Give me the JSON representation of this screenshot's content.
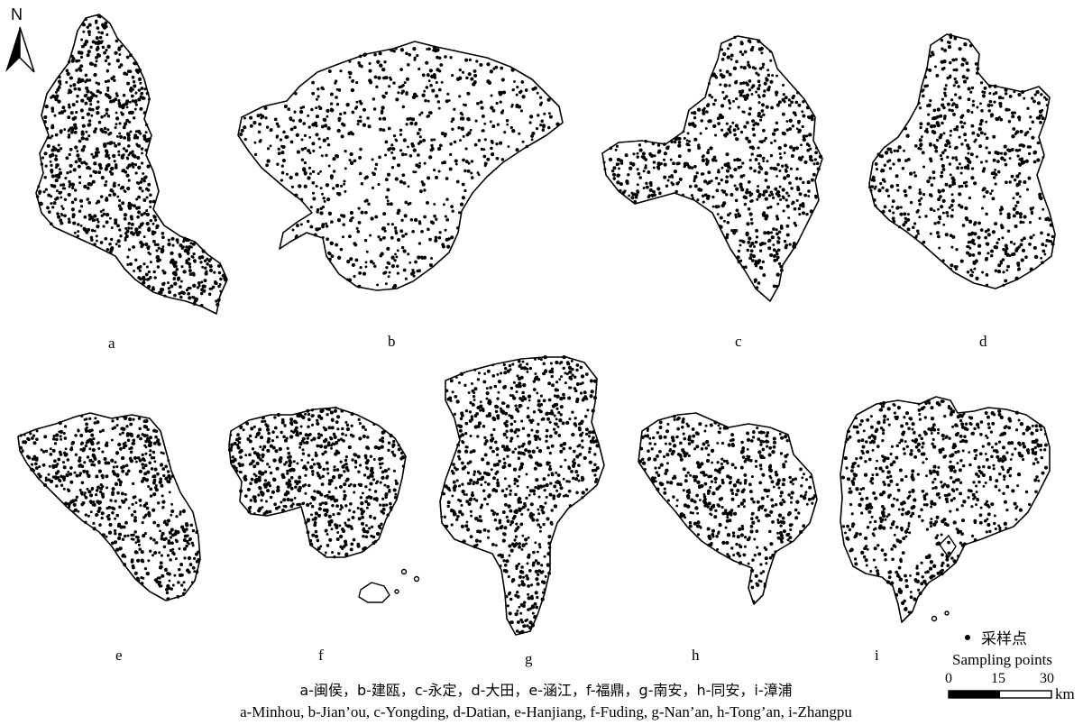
{
  "north_label": "N",
  "panels": [
    {
      "id": "a",
      "label": "a"
    },
    {
      "id": "b",
      "label": "b"
    },
    {
      "id": "c",
      "label": "c"
    },
    {
      "id": "d",
      "label": "d"
    },
    {
      "id": "e",
      "label": "e"
    },
    {
      "id": "f",
      "label": "f"
    },
    {
      "id": "g",
      "label": "g"
    },
    {
      "id": "h",
      "label": "h"
    },
    {
      "id": "i",
      "label": "i"
    }
  ],
  "legend": {
    "symbol_label": "采样点",
    "title": "Sampling points"
  },
  "scale_bar": {
    "ticks": [
      "0",
      "15",
      "30"
    ],
    "unit": "km"
  },
  "caption_cn": "a-闽侯，b-建瓯，c-永定，d-大田，e-涵江，f-福鼎，g-南安，h-同安，i-漳浦",
  "caption_en": "a-Minhou, b-Jian’ou, c-Yongding, d-Datian, e-Hanjiang, f-Fuding, g-Nan’an, h-Tong’an, i-Zhangpu",
  "colors": {
    "outline": "#000000",
    "points": "#000000",
    "background": "#ffffff"
  }
}
